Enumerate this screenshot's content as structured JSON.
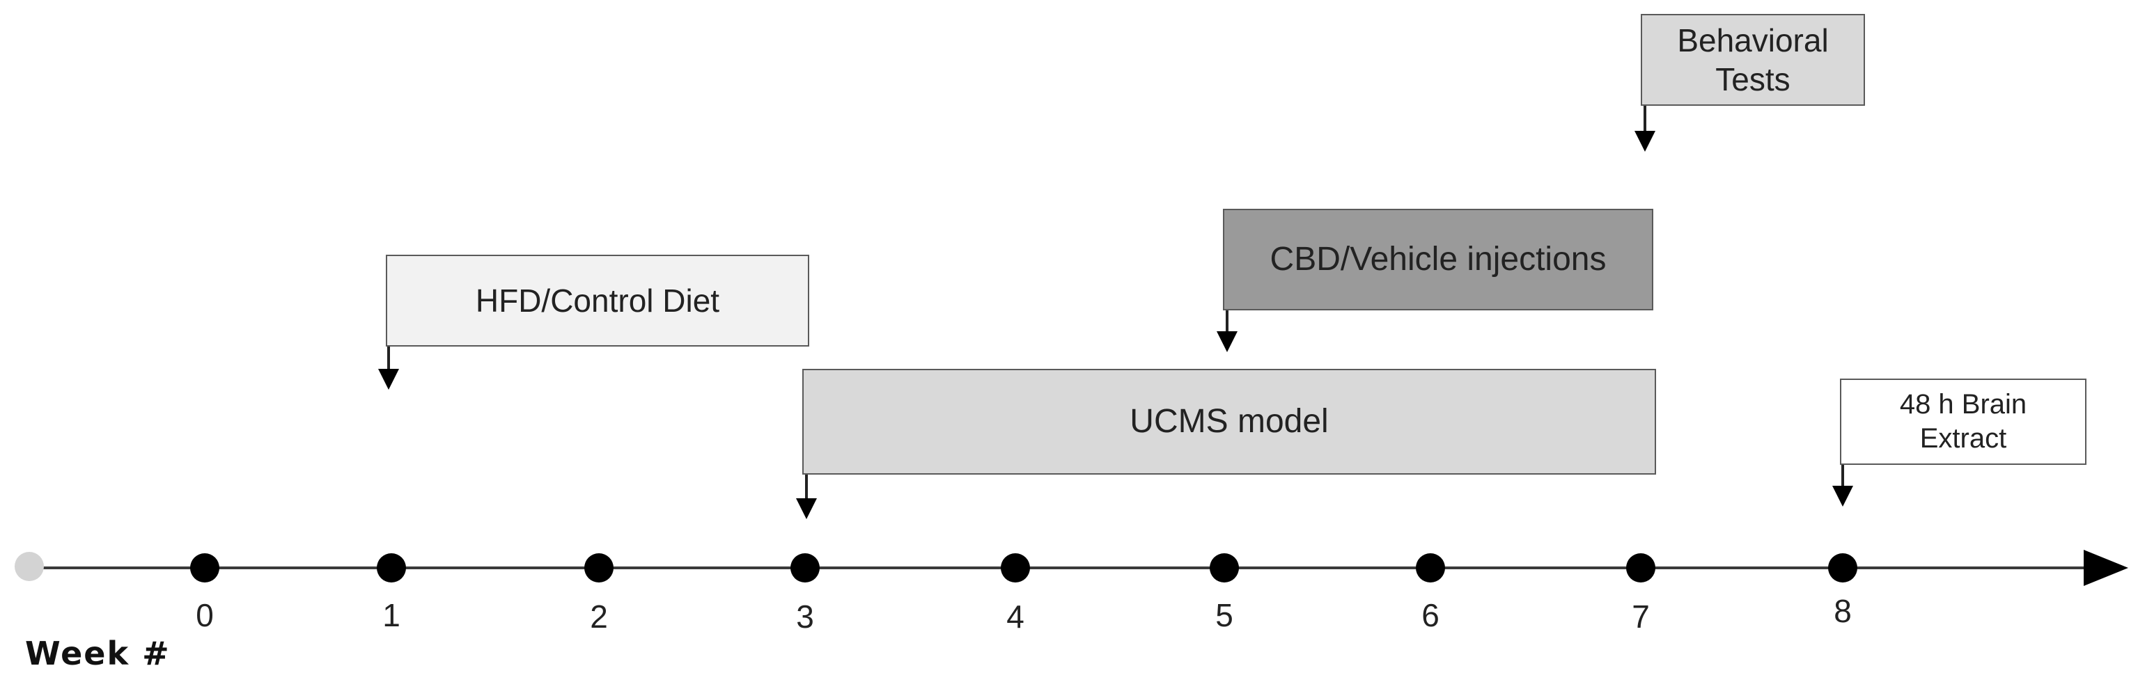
{
  "axis": {
    "label": "Week #",
    "ticks": [
      "0",
      "1",
      "2",
      "3",
      "4",
      "5",
      "6",
      "7",
      "8"
    ]
  },
  "events": [
    {
      "id": "behavioral-tests",
      "lines": [
        "Behavioral",
        "Tests"
      ],
      "fill": "#d9d9d9",
      "week": 7
    },
    {
      "id": "cbd-vehicle-injections",
      "lines": [
        "CBD/Vehicle injections"
      ],
      "fill": "#9a9a9a",
      "week": 5
    },
    {
      "id": "hfd-control-diet",
      "lines": [
        "HFD/Control Diet"
      ],
      "fill": "#f2f2f2",
      "week": 1
    },
    {
      "id": "ucms-model",
      "lines": [
        "UCMS model"
      ],
      "fill": "#d9d9d9",
      "week": 3
    },
    {
      "id": "brain-extract",
      "lines": [
        "48 h Brain",
        "Extract"
      ],
      "fill": "#ffffff",
      "week": 8
    }
  ],
  "colors": {
    "line": "#3a3a3a",
    "dot": "#000000",
    "origin_dot": "#d3d3d3"
  }
}
